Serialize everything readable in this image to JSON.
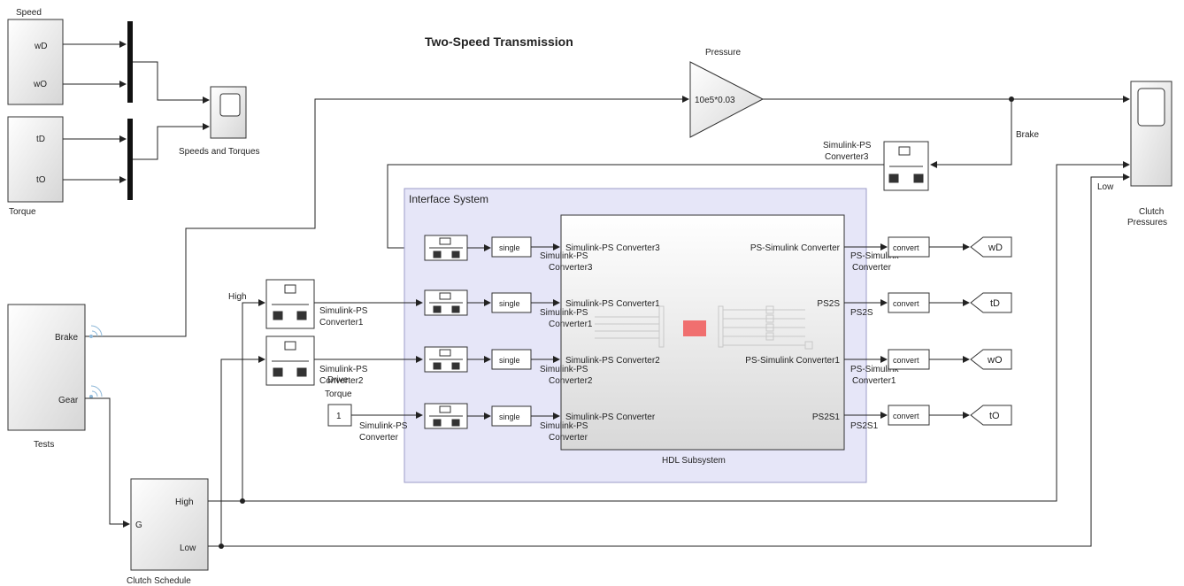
{
  "title": "Two-Speed Transmission",
  "speed_block": {
    "label": "Speed",
    "ports": [
      "wD",
      "wO"
    ]
  },
  "torque_block": {
    "label": "Torque",
    "ports": [
      "tD",
      "tO"
    ]
  },
  "speeds_torques_scope": {
    "label": "Speeds and Torques"
  },
  "pressure_gain": {
    "label": "Pressure",
    "value": "10e5*0.03"
  },
  "clutch_scope": {
    "label_line1": "Clutch",
    "label_line2": "Pressures"
  },
  "brake_signal": {
    "label": "Brake"
  },
  "low_signal": {
    "label": "Low"
  },
  "high_signal": {
    "label": "High"
  },
  "ps_converter_top": {
    "label_line1": "Simulink-PS",
    "label_line2": "Converter3"
  },
  "ps_converter_1": {
    "label_line1": "Simulink-PS",
    "label_line2": "Converter1"
  },
  "ps_converter_2": {
    "label_line1": "Simulink-PS",
    "label_line2": "Converter2"
  },
  "drive_torque": {
    "label_line1": "Drive",
    "label_line2": "Torque",
    "value": "1"
  },
  "tests_block": {
    "label": "Tests",
    "ports": [
      "Brake",
      "Gear"
    ]
  },
  "clutch_schedule": {
    "label": "Clutch Schedule",
    "in_port": "G",
    "out_ports": [
      "High",
      "Low"
    ]
  },
  "interface_system": {
    "label": "Interface System"
  },
  "interface_rows": [
    {
      "single": "single",
      "conv_line1": "Simulink-PS",
      "conv_line2": "Converter3",
      "conv_line1b": "Simulink-PS",
      "conv_line2b": "Converter1",
      "conv_line1c": "Simulink-PS",
      "conv_line2c": "Converter2",
      "conv_line1d": "Simulink-PS",
      "conv_line2d": "Converter"
    }
  ],
  "left_converter_labels": [
    {
      "l1": "Simulink-PS",
      "l2": "Converter"
    }
  ],
  "hdl_subsystem": {
    "label": "HDL Subsystem",
    "in_ports": [
      "Simulink-PS Converter3",
      "Simulink-PS Converter1",
      "Simulink-PS Converter2",
      "Simulink-PS Converter"
    ],
    "out_ports": [
      "PS-Simulink Converter",
      "PS2S",
      "PS-Simulink Converter1",
      "PS2S1"
    ]
  },
  "out_rows": [
    {
      "lbl1": "PS-Simulink",
      "lbl2": "Converter",
      "convert": "convert",
      "goto": "wD"
    },
    {
      "lbl1": "PS2S",
      "lbl2": "",
      "convert": "convert",
      "goto": "tD"
    },
    {
      "lbl1": "PS-Simulink",
      "lbl2": "Converter1",
      "convert": "convert",
      "goto": "wO"
    },
    {
      "lbl1": "PS2S1",
      "lbl2": "",
      "convert": "convert",
      "goto": "tO"
    }
  ],
  "single_label": "single",
  "colors": {
    "subsystem_fill": "#e6e6f8",
    "subsystem_border": "#9c9cc8",
    "hdl_marker": "#f06f6f",
    "wireless": "#8fb8d8"
  }
}
